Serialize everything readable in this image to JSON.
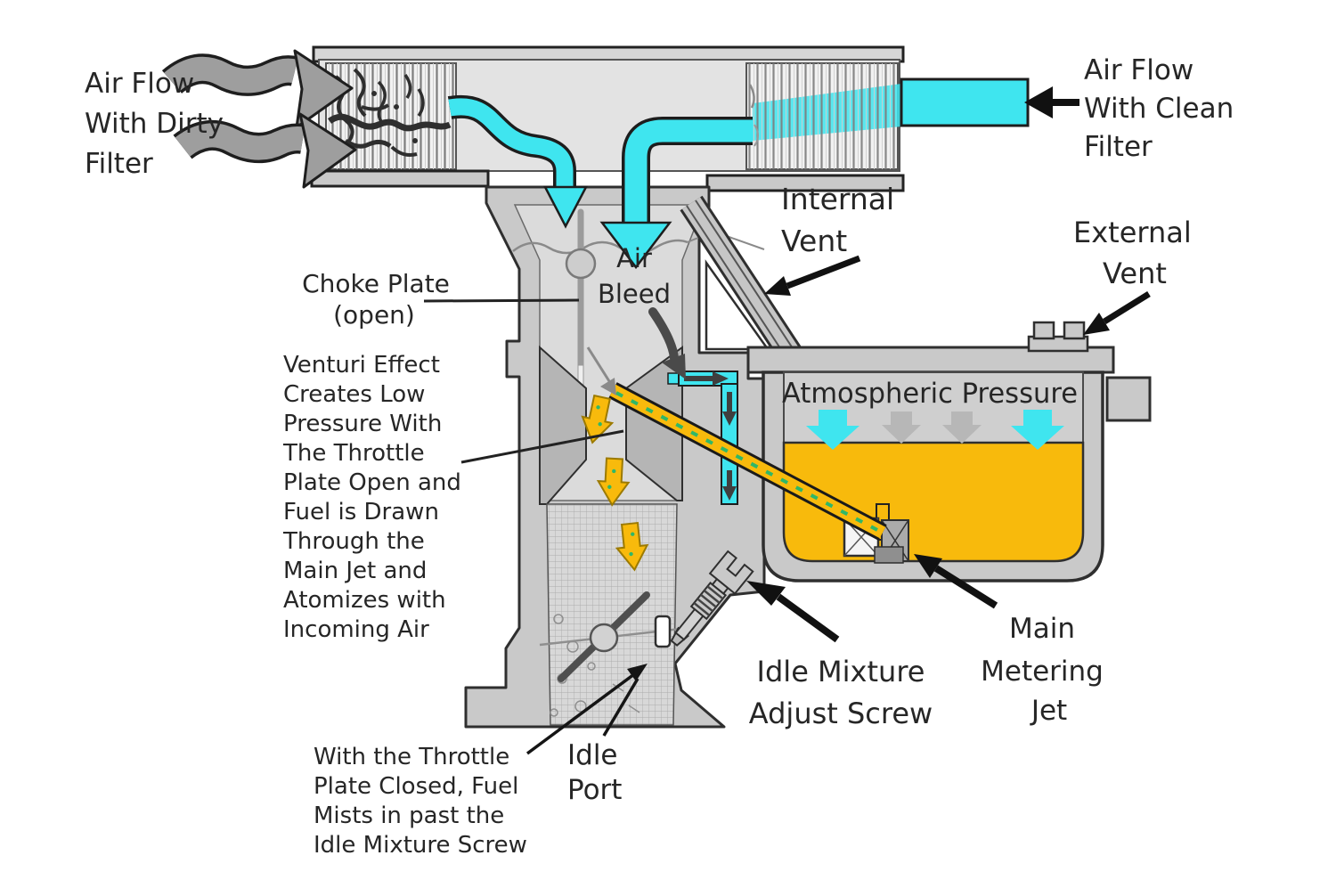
{
  "diagram_title": "Carburetor cross-section diagram",
  "colors": {
    "clean_air": "#3FE5EF",
    "fuel": "#F8BA0C",
    "body_gray": "#C9C9C9",
    "dirt": "#2E2E2E",
    "ink": "#262626"
  },
  "labels": {
    "airflow_dirty": {
      "lines": [
        "Air Flow",
        "With Dirty",
        "Filter"
      ]
    },
    "airflow_clean": {
      "lines": [
        "Air Flow",
        "With Clean",
        "Filter"
      ]
    },
    "internal_vent": {
      "lines": [
        "Internal",
        "Vent"
      ]
    },
    "external_vent": {
      "lines": [
        "External",
        "Vent"
      ]
    },
    "choke_plate": {
      "lines": [
        "Choke Plate",
        "(open)"
      ]
    },
    "air_bleed": {
      "lines": [
        "Air",
        "Bleed"
      ]
    },
    "atmospheric_pressure": {
      "text": "Atmospheric Pressure"
    },
    "venturi_note": {
      "lines": [
        "Venturi Effect",
        "Creates Low",
        "Pressure With",
        "The Throttle",
        "Plate Open and",
        "Fuel is Drawn",
        "Through the",
        "Main Jet and",
        "Atomizes with",
        "Incoming Air"
      ]
    },
    "main_metering_jet": {
      "lines": [
        "Main",
        "Metering",
        "Jet"
      ]
    },
    "idle_mixture_screw": {
      "lines": [
        "Idle Mixture",
        "Adjust Screw"
      ]
    },
    "idle_port": {
      "lines": [
        "Idle",
        "Port"
      ]
    },
    "throttle_closed_note": {
      "lines": [
        "With the Throttle",
        "Plate Closed, Fuel",
        "Mists in past the",
        "Idle Mixture Screw"
      ]
    }
  }
}
